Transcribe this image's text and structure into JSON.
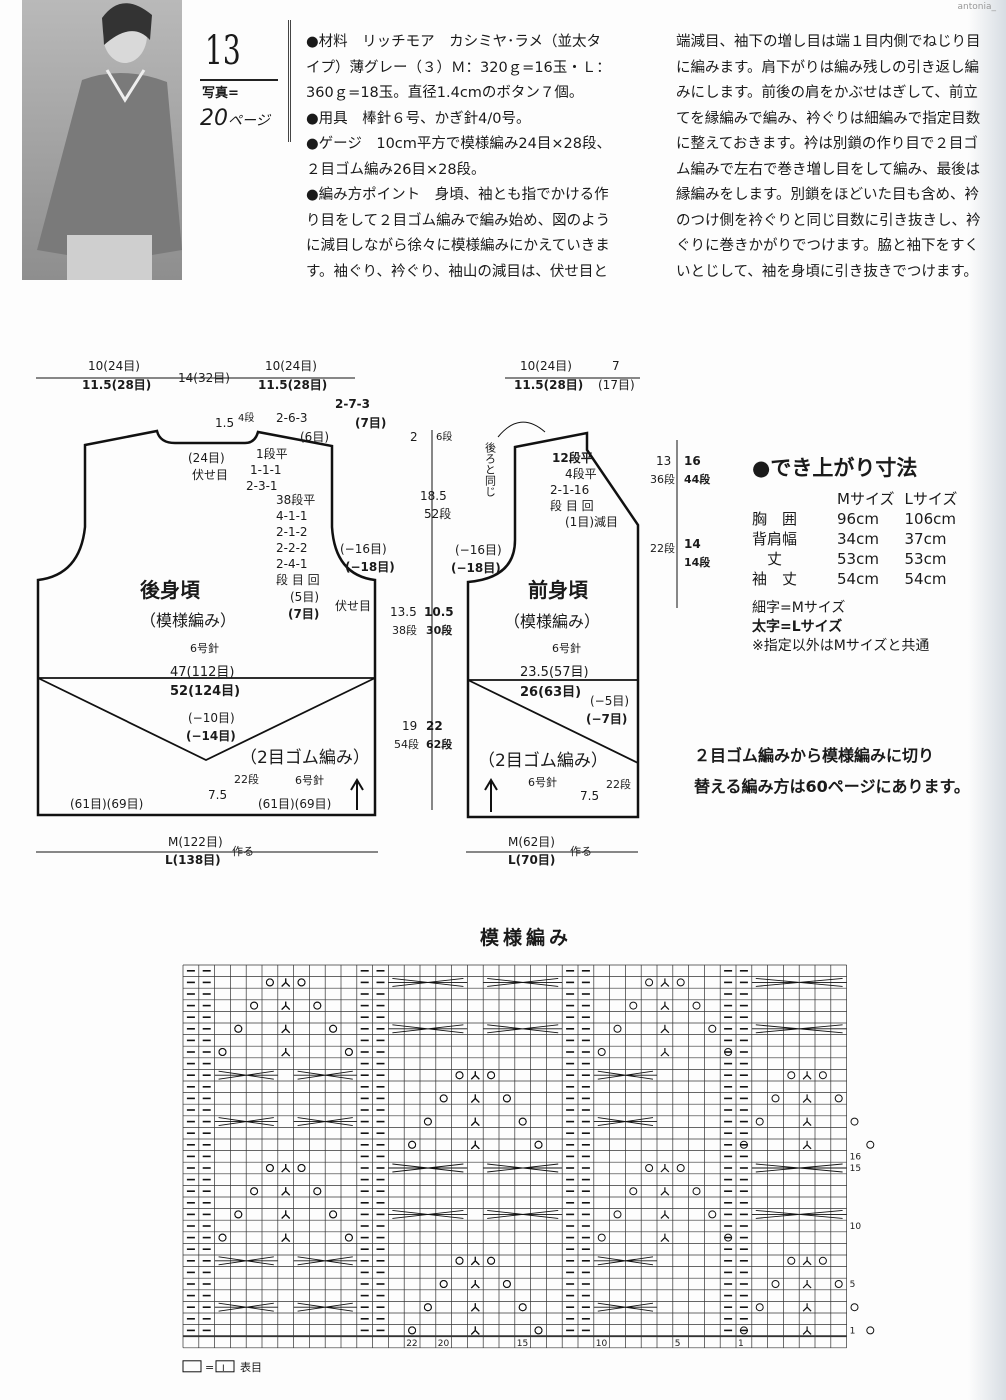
{
  "watermark": "antonia_",
  "header": {
    "pattern_number": "13",
    "photo_label": "写真=",
    "photo_page": "20",
    "photo_page_unit": "ページ"
  },
  "instructions_left": [
    "●材料　リッチモア　カシミヤ･ラメ（並太タ",
    "イプ）薄グレー（３）Ｍ：320ｇ=16玉・Ｌ：",
    "360ｇ=18玉。直径1.4cmのボタン７個。",
    "●用具　棒針６号、かぎ針4/0号。",
    "●ゲージ　10cm平方で模様編み24目×28段、",
    "２目ゴム編み26目×28段。",
    "●編み方ポイント　身頃、袖とも指でかける作",
    "り目をして２目ゴム編みで編み始め、図のよう",
    "に減目しながら徐々に模様編みにかえていきま",
    "す。袖ぐり、衿ぐり、袖山の減目は、伏せ目と"
  ],
  "instructions_right": [
    "端減目、袖下の増し目は端１目内側でねじり目",
    "に編みます。肩下がりは編み残しの引き返し編",
    "みにします。前後の肩をかぶせはぎして、前立",
    "てを縁編みで編み、衿ぐりは細編みで指定目数",
    "に整えておきます。衿は別鎖の作り目で２目ゴ",
    "ム編みで左右で巻き増し目をして編み、最後は",
    "縁編みをします。別鎖をほどいた目も含め、衿",
    "のつけ側を衿ぐりと同じ目数に引き抜きし、衿",
    "ぐりに巻きかがりでつけます。脇と袖下をすく",
    "いとじして、袖を身頃に引き抜きでつけます。"
  ],
  "back": {
    "title": "後身頃",
    "stitch": "（模様編み）",
    "needle": "6号針",
    "top_left_m": "10(24目)",
    "top_left_l": "11.5(28目)",
    "top_center": "14(32目)",
    "top_right_m": "10(24目)",
    "top_right_l": "11.5(28目)",
    "neck_depth": "1.5",
    "neck_rows": "4段",
    "neck_sts": "(24目)",
    "neck_bind": "伏せ目",
    "neck_dec": [
      "1段平",
      "1-1-1",
      "2-3-1"
    ],
    "shoulder_m": "2-6-3",
    "shoulder_m_sts": "(6目)",
    "shoulder_l": "2-7-3",
    "shoulder_l_sts": "(7目)",
    "arm_dec": [
      "38段平",
      "4-1-1",
      "2-1-2",
      "2-2-2",
      "2-4-1",
      "段 目 回"
    ],
    "arm_bind_m": "(5目)",
    "arm_bind_l": "(7目)",
    "arm_bind_label": "伏せ目",
    "arm_total_m": "(−16目)",
    "arm_total_l": "(−18目)",
    "waist_m": "47(112目)",
    "waist_l": "52(124目)",
    "v_dec_m": "(−10目)",
    "v_dec_l": "(−14目)",
    "rib_label": "（2目ゴム編み）",
    "rib_needle": "6号針",
    "rib_height": "7.5",
    "rib_rows": "22段",
    "bottom_left": "(61目)(69目)",
    "bottom_right": "(61目)(69目)",
    "cast_m": "M(122目)",
    "cast_l": "L(138目)",
    "cast_label": "作る"
  },
  "vertical_dims": {
    "shoulder": "2",
    "shoulder_rows": "6段",
    "armhole": "18.5",
    "armhole_rows": "52段",
    "body_m": "13.5",
    "body_m_rows": "38段",
    "body_l": "10.5",
    "body_l_rows": "30段",
    "rib_m": "19",
    "rib_m_rows": "54段",
    "rib_l": "22",
    "rib_l_rows": "62段"
  },
  "front": {
    "title": "前身頃",
    "stitch": "（模様編み）",
    "needle": "6号針",
    "top_left_m": "10(24目)",
    "top_left_l": "11.5(28目)",
    "top_right": "7",
    "top_right_sts": "(17目)",
    "same_as_back": "後ろと同じ",
    "neck_dec": [
      "12段平",
      "4段平",
      "2-1-16",
      "段 目 回",
      "(1目)減目"
    ],
    "arm_total_m": "(−16目)",
    "arm_total_l": "(−18目)",
    "waist_m": "23.5(57目)",
    "waist_l": "26(63目)",
    "v_dec_m": "(−5目)",
    "v_dec_l": "(−7目)",
    "rib_label": "（2目ゴム編み）",
    "rib_needle": "6号針",
    "rib_height": "7.5",
    "rib_rows": "22段",
    "cast_m": "M(62目)",
    "cast_l": "L(70目)",
    "cast_label": "作る",
    "neck_dim_m": "13",
    "neck_dim_m_rows": "36段",
    "neck_dim_l": "16",
    "neck_dim_l_rows": "44段",
    "lower_m_rows": "22段",
    "lower_l": "14",
    "lower_l_rows": "14段"
  },
  "sizes": {
    "title": "●でき上がり寸法",
    "headers": [
      "",
      "Mサイズ",
      "Lサイズ"
    ],
    "rows": [
      [
        "胸　囲",
        "96cm",
        "106cm"
      ],
      [
        "背肩幅",
        "34cm",
        "37cm"
      ],
      [
        "　丈",
        "53cm",
        "53cm"
      ],
      [
        "袖　丈",
        "54cm",
        "54cm"
      ]
    ],
    "note_thin": "細字=Mサイズ",
    "note_bold": "太字=Lサイズ",
    "note_common": "※指定以外はMサイズと共通"
  },
  "note": [
    "２目ゴム編みから模様編みに切り",
    "替える編み方は60ページにあります。"
  ],
  "chart": {
    "title": "模様編み",
    "col_labels": [
      "22",
      "20",
      "15",
      "10",
      "5",
      "1"
    ],
    "row_labels": [
      "16",
      "15",
      "10",
      "5",
      "1"
    ],
    "legend_eq": "=",
    "legend_sym": "I",
    "legend_text": "表目"
  }
}
